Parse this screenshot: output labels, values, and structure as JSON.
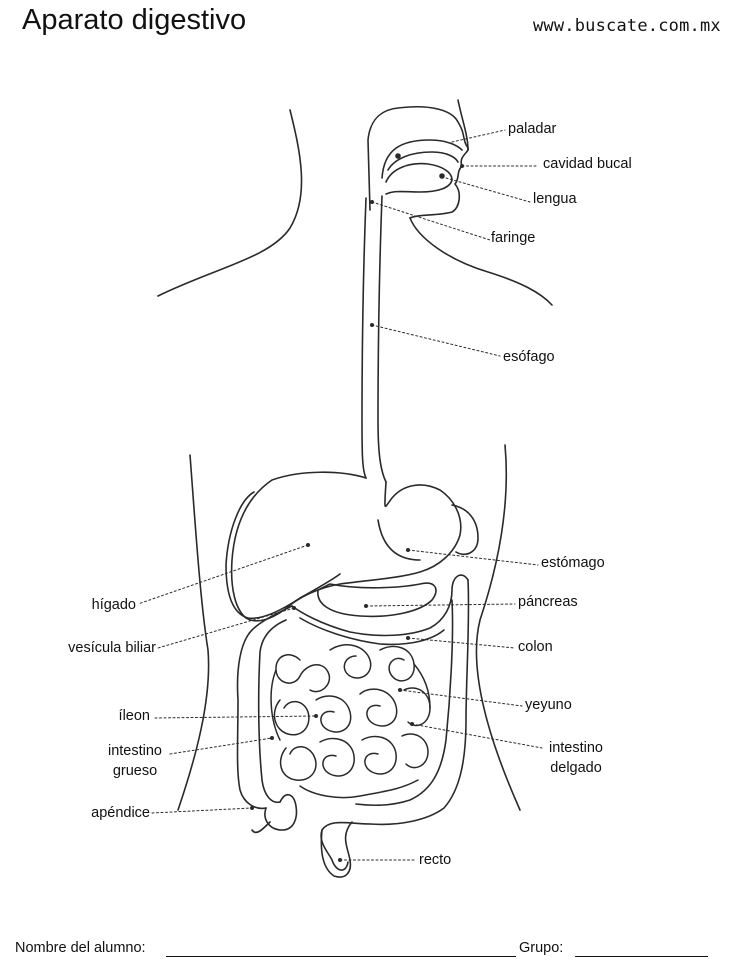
{
  "title": "Aparato digestivo",
  "website": "www.buscate.com.mx",
  "labels": {
    "paladar": "paladar",
    "cavidad_bucal": "cavidad bucal",
    "lengua": "lengua",
    "faringe": "faringe",
    "esofago": "esófago",
    "estomago": "estómago",
    "higado": "hígado",
    "pancreas": "páncreas",
    "vesicula": "vesícula biliar",
    "colon": "colon",
    "ileon": "íleon",
    "yeyuno": "yeyuno",
    "intestino_grueso_1": "intestino",
    "intestino_grueso_2": "grueso",
    "intestino_delgado_1": "intestino",
    "intestino_delgado_2": "delgado",
    "apendice": "apéndice",
    "recto": "recto"
  },
  "footer": {
    "nombre_label": "Nombre del alumno:",
    "grupo_label": "Grupo:"
  }
}
